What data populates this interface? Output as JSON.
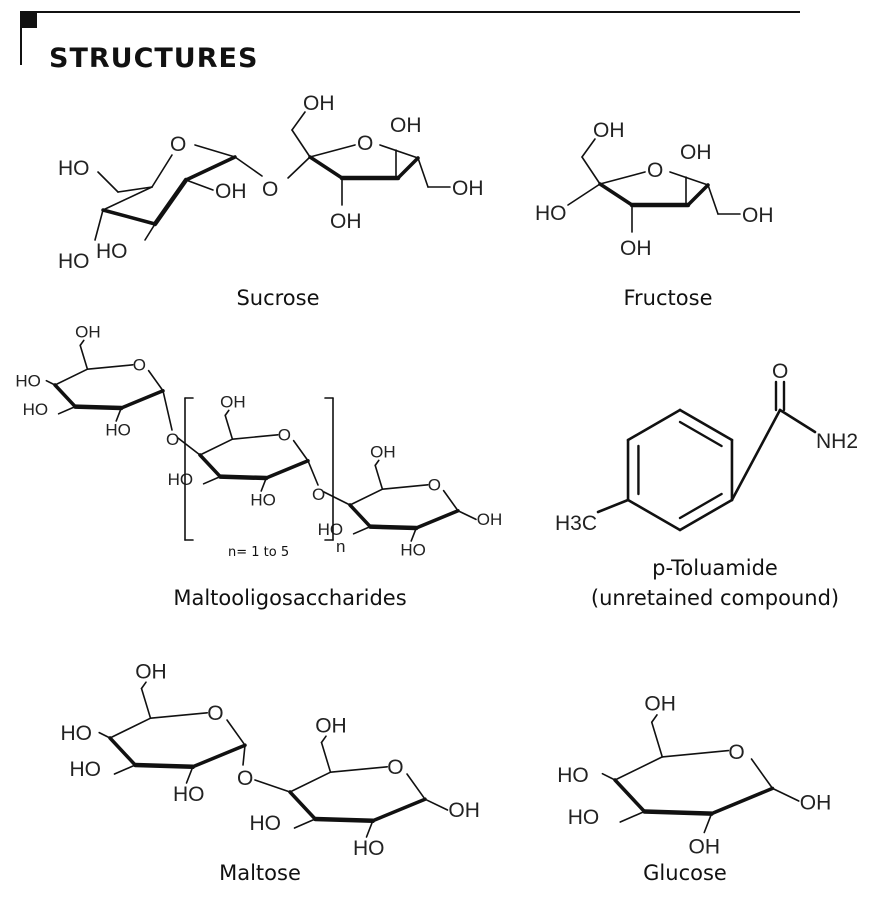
{
  "header": {
    "title": "STRUCTURES"
  },
  "structures": {
    "sucrose": {
      "name": "Sucrose",
      "atoms": [
        "O",
        "HO",
        "OH",
        "HO",
        "HO",
        "O",
        "OH",
        "O",
        "OH",
        "OH",
        "OH"
      ]
    },
    "fructose": {
      "name": "Fructose",
      "atoms": [
        "OH",
        "O",
        "OH",
        "HO",
        "OH",
        "OH"
      ]
    },
    "maltooligosaccharides": {
      "name": "Maltooligosaccharides",
      "atoms": [
        "OH",
        "O",
        "HO",
        "HO",
        "HO",
        "O",
        "OH",
        "O",
        "HO",
        "HO",
        "O",
        "OH",
        "O",
        "HO",
        "HO",
        "OH"
      ],
      "repeat_note": "n= 1 to 5",
      "repeat_subscript": "n"
    },
    "p_toluamide": {
      "name": "p-Toluamide",
      "subtitle": "(unretained compound)",
      "atoms": [
        "O",
        "NH2",
        "H3C"
      ]
    },
    "maltose": {
      "name": "Maltose",
      "atoms": [
        "OH",
        "O",
        "HO",
        "HO",
        "HO",
        "O",
        "OH",
        "O",
        "HO",
        "HO",
        "OH"
      ]
    },
    "glucose": {
      "name": "Glucose",
      "atoms": [
        "OH",
        "O",
        "HO",
        "HO",
        "OH",
        "OH"
      ]
    }
  },
  "colors": {
    "ink": "#111111",
    "background": "#ffffff"
  }
}
